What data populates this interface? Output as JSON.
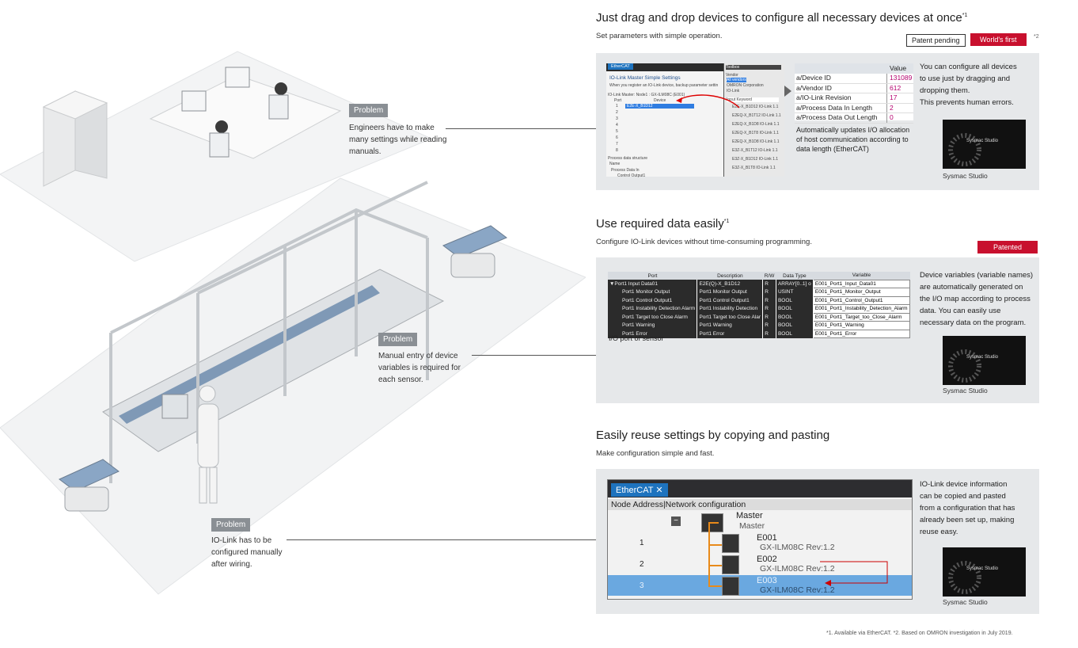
{
  "left": {
    "problems": [
      {
        "tag": "Problem",
        "text": [
          "Engineers have to make",
          "many settings while reading",
          "manuals."
        ]
      },
      {
        "tag": "Problem",
        "text": [
          "Manual entry of device",
          "variables is required for",
          "each sensor."
        ]
      },
      {
        "tag": "Problem",
        "text": [
          "IO-Link has to be",
          "configured manually",
          "after wiring."
        ]
      }
    ]
  },
  "section1": {
    "title": "Just drag and drop devices to configure all necessary devices at once",
    "title_note": "*1",
    "subtitle": "Set parameters with simple operation.",
    "badge_patent": "Patent pending",
    "badge_world": "World's first",
    "badge_note": "*2",
    "screenshot": {
      "tab": "EtherCAT",
      "heading": "IO-Link Master Simple Settings",
      "note": "When you register an IO-Link device, backup parameter settin",
      "master_line": "IO-Link Master: Node1 : GX-ILM08C (E001)",
      "col_port": "Port",
      "col_device": "Device",
      "selected_device": "E2E-X_B1D12",
      "port_numbers": [
        "1",
        "2",
        "3",
        "4",
        "5",
        "6",
        "7",
        "8"
      ],
      "pds_label": "Process data structure",
      "pds_name": "Name",
      "pds_row1": "Process Data In",
      "pds_row2": "Control Output1",
      "toolbox_title": "Toolbox",
      "toolbox_vendor": "Vendor",
      "toolbox_vendors": [
        "All vendors",
        "OMRON Corporation",
        "IO-Link"
      ],
      "toolbox_search": "Input Keyword",
      "toolbox_items": [
        "E2E-X_B1D12 IO-Link 1.1",
        "E2EQ-X_B1T12 IO-Link 1.1",
        "E2EQ-X_B1D8 IO-Link 1.1",
        "E2EQ-X_B1T8 IO-Link 1.1",
        "E2EQ-X_B1D8 IO-Link 1.1",
        "E3Z-X_B1T12 IO-Link 1.1",
        "E3Z-X_B1D12 IO-Link 1.1",
        "E3Z-X_B1T8 IO-Link 1.1"
      ]
    },
    "value_table": {
      "header": "Value",
      "rows": [
        {
          "key": "a/Device ID",
          "value": "131089"
        },
        {
          "key": "a/Vendor ID",
          "value": "612"
        },
        {
          "key": "a/IO-Link Revision",
          "value": "17"
        },
        {
          "key": "a/Process Data In Length",
          "value": "2"
        },
        {
          "key": "a/Process Data Out Length",
          "value": "0"
        }
      ]
    },
    "caption": [
      "Automatically updates I/O allocation",
      "of host communication according to",
      "data length (EtherCAT)"
    ],
    "desc": [
      "You can configure all devices",
      "to use just by dragging and",
      "dropping them.",
      "This prevents human errors."
    ],
    "thumb_label": "Sysmac Studio",
    "thumb_caption": "Sysmac Studio"
  },
  "section2": {
    "title": "Use required data easily",
    "title_note": "*1",
    "subtitle": "Configure IO-Link devices without time-consuming programming.",
    "badge": "Patented",
    "table": {
      "headers": [
        "Port",
        "Description",
        "R/W",
        "Data Type",
        "Variable"
      ],
      "rows": [
        [
          "▼Port1 Input Data01",
          "E2E(Q)-X_B1D12",
          "R",
          "ARRAY[0..1] o",
          "E001_Port1_Input_Data01"
        ],
        [
          "Port1 Monitor Output",
          "Port1 Monitor Output",
          "R",
          "USINT",
          "E001_Port1_Monitor_Output"
        ],
        [
          "Port1 Control Output1",
          "Port1 Control Output1",
          "R",
          "BOOL",
          "E001_Port1_Control_Output1"
        ],
        [
          "Port1 Instability Detection Alarm",
          "Port1 Instability Detection",
          "R",
          "BOOL",
          "E001_Port1_Instability_Detection_Alarm"
        ],
        [
          "Port1 Target too Close Alarm",
          "Port1 Target too Close Alar",
          "R",
          "BOOL",
          "E001_Port1_Target_too_Close_Alarm"
        ],
        [
          "Port1 Warning",
          "Port1 Warning",
          "R",
          "BOOL",
          "E001_Port1_Warning"
        ],
        [
          "Port1 Error",
          "Port1 Error",
          "R",
          "BOOL",
          "E001_Port1_Error"
        ]
      ]
    },
    "caption": "I/O port of sensor",
    "desc": [
      "Device variables (variable names)",
      "are automatically generated on",
      "the I/O map according to process",
      "data. You can easily use",
      "necessary data on the program."
    ],
    "thumb_label": "Sysmac Studio",
    "thumb_caption": "Sysmac Studio"
  },
  "section3": {
    "title": "Easily reuse settings by copying and pasting",
    "subtitle": "Make configuration simple and fast.",
    "screenshot": {
      "tab": "EtherCAT",
      "header": "Node Address|Network configuration",
      "master_name": "Master",
      "master_sub": "Master",
      "rows": [
        {
          "num": "1",
          "name": "E001",
          "model": "GX-ILM08C Rev:1.2"
        },
        {
          "num": "2",
          "name": "E002",
          "model": "GX-ILM08C Rev:1.2"
        },
        {
          "num": "3",
          "name": "E003",
          "model": "GX-ILM08C Rev:1.2"
        }
      ]
    },
    "desc": [
      "IO-Link device information",
      "can be copied and pasted",
      "from a configuration that has",
      "already been set up, making",
      "reuse easy."
    ],
    "thumb_label": "Sysmac Studio",
    "thumb_caption": "Sysmac Studio"
  },
  "footnote": "*1. Available via EtherCAT.  *2. Based on OMRON investigation in July 2019.",
  "colors": {
    "accent_red": "#c8102e",
    "panel_bg": "#e6e8ea",
    "problem_tag": "#8a8f94",
    "selection_blue": "#6aa8e0"
  }
}
